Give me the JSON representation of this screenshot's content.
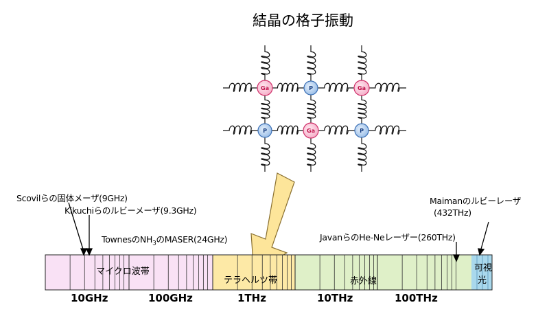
{
  "title": "結晶の格子振動",
  "lattice": {
    "atom_labels": [
      "Ga",
      "P",
      "Ga",
      "P",
      "Ga",
      "P"
    ],
    "colors": {
      "Ga": "#f8b8d0",
      "P": "#a8c8ee"
    }
  },
  "annotations": {
    "scovil": "Scovilらの固体メーザ(9GHz)",
    "kikuchi": "Kikuchiらのルビーメーザ(9.3GHz)",
    "townes_pre": "TownesのNH",
    "townes_sub": "3",
    "townes_post": "のMASER(24GHz)",
    "javan": "JavanらのHe-Neレーザー(260THz)",
    "maiman_line1": "Maimanのルビーレーザ",
    "maiman_line2": "(432THz)"
  },
  "bands": {
    "microwave": "マイクロ波帯",
    "terahertz": "テラヘルツ帯",
    "infrared": "赤外線",
    "visible_1": "可視",
    "visible_2": "光"
  },
  "band_colors": {
    "microwave": "#f9e1f5",
    "terahertz": "#fde9a6",
    "infrared": "#dff0c8",
    "visible": "#a9d8ec",
    "arrow": "#fde59a"
  },
  "frequency_ticks": [
    "10GHz",
    "100GHz",
    "1THz",
    "10THz",
    "100THz"
  ]
}
